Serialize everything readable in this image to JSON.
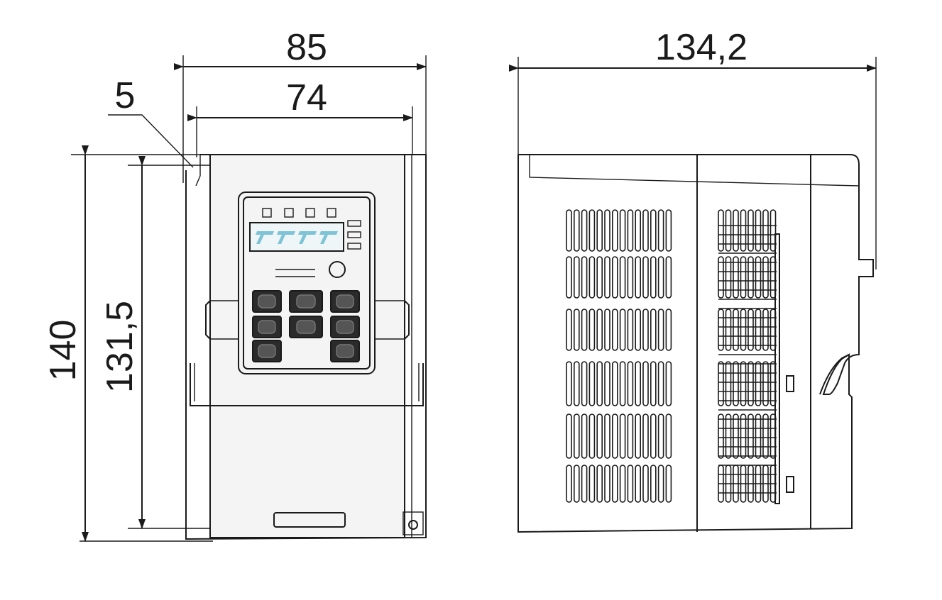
{
  "front_view": {
    "dim_overall_width": "85",
    "dim_panel_width": "74",
    "dim_offset": "5",
    "dim_overall_height": "140",
    "dim_mount_height": "131,5"
  },
  "side_view": {
    "dim_depth": "134,2"
  },
  "colors": {
    "line": "#1a1a1a",
    "display_segments": "#7fc3d6"
  }
}
